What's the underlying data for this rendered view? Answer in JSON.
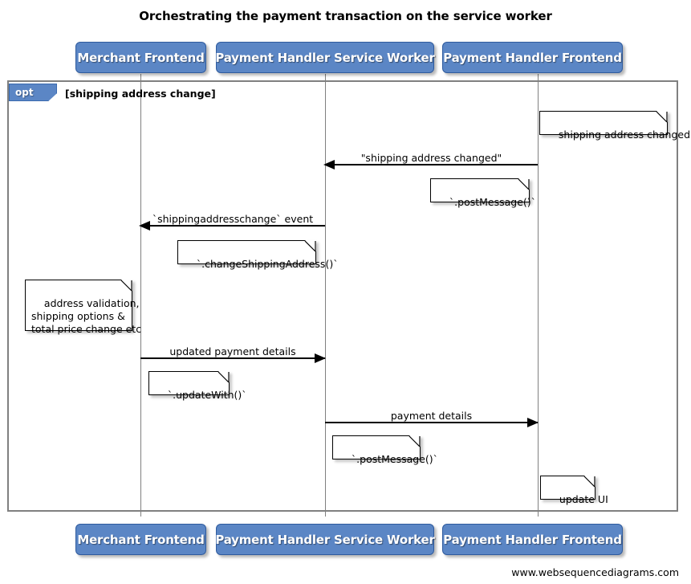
{
  "diagram": {
    "title": "Orchestrating the payment transaction on the service worker",
    "footer_credit": "www.websequencediagrams.com",
    "colors": {
      "participant_fill": "#5b86c5",
      "participant_border": "#2f5b9e",
      "participant_text": "#ffffff",
      "frame_border": "#808080",
      "lifeline": "#808080",
      "note_fill": "#ffffff",
      "note_border": "#000000",
      "arrow": "#000000",
      "background": "#ffffff"
    },
    "participants": [
      {
        "id": "merchant-frontend",
        "label": "Merchant Frontend"
      },
      {
        "id": "payment-handler-service-worker",
        "label": "Payment Handler Service Worker"
      },
      {
        "id": "payment-handler-frontend",
        "label": "Payment Handler Frontend"
      }
    ],
    "fragment": {
      "type": "opt",
      "tab_label": "opt",
      "condition": "[shipping address change]"
    },
    "messages": [
      {
        "id": "msg-shipping-address-changed",
        "label": "\"shipping address changed\"",
        "from": "payment-handler-frontend",
        "to": "payment-handler-service-worker",
        "direction": "left"
      },
      {
        "id": "msg-shippingaddresschange-event",
        "label": "`shippingaddresschange` event",
        "from": "payment-handler-service-worker",
        "to": "merchant-frontend",
        "direction": "left"
      },
      {
        "id": "msg-updated-payment-details",
        "label": "updated payment details",
        "from": "merchant-frontend",
        "to": "payment-handler-service-worker",
        "direction": "right"
      },
      {
        "id": "msg-payment-details",
        "label": "payment details",
        "from": "payment-handler-service-worker",
        "to": "payment-handler-frontend",
        "direction": "right"
      }
    ],
    "notes": [
      {
        "id": "note-shipping-address-changed",
        "text": "shipping address changed"
      },
      {
        "id": "note-post-message-1",
        "text": "`.postMessage()`"
      },
      {
        "id": "note-change-shipping-address",
        "text": "`.changeShippingAddress()`"
      },
      {
        "id": "note-address-validation",
        "text": "address validation,\nshipping options &\ntotal price change etc"
      },
      {
        "id": "note-update-with",
        "text": "`.updateWith()`"
      },
      {
        "id": "note-post-message-2",
        "text": "`.postMessage()`"
      },
      {
        "id": "note-update-ui",
        "text": "update UI"
      }
    ]
  }
}
